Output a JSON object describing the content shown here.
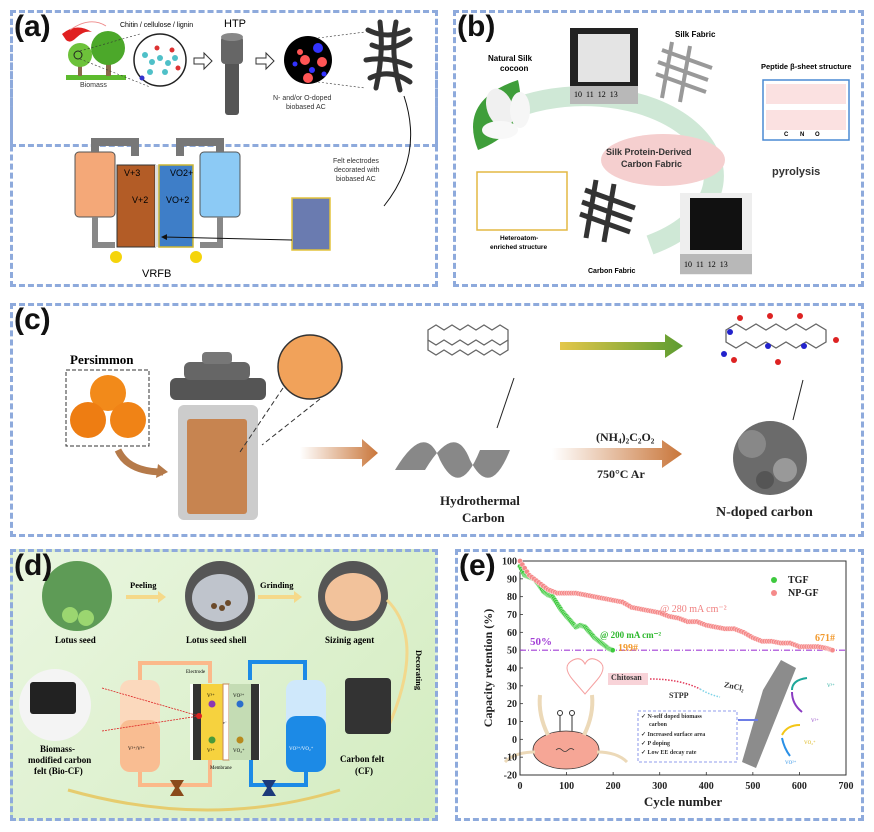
{
  "figure": {
    "panels": {
      "a": {
        "label": "(a)",
        "source_text": "Chitin / cellulose / lignin",
        "biomass_label": "Biomass",
        "htp_label": "HTP",
        "doped_label_line1": "N- and/or O-doped",
        "doped_label_line2": "biobased AC",
        "felt_label_line1": "Felt electrodes",
        "felt_label_line2": "decorated with",
        "felt_label_line3": "biobased AC",
        "ion_v3": "V+3",
        "ion_v2": "V+2",
        "ion_vo2": "VO2+",
        "ion_vo": "VO+2",
        "battery_label": "VRFB"
      },
      "b": {
        "label": "(b)",
        "cocoon_line1": "Natural Silk",
        "cocoon_line2": "cocoon",
        "silk_fabric": "Silk Fabric",
        "peptide": "Peptide β-sheet structure",
        "legend_c": "C",
        "legend_n": "N",
        "legend_o": "O",
        "center_line1": "Silk Protein-Derived",
        "center_line2": "Carbon Fabric",
        "pyrolysis": "pyrolysis",
        "hetero_line1": "Heteroatom-",
        "hetero_line2": "enriched structure",
        "carbon_fabric": "Carbon Fabric",
        "ruler_top": [
          "10",
          "11",
          "12",
          "13"
        ],
        "ruler_bottom": [
          "10",
          "11",
          "12",
          "13"
        ]
      },
      "c": {
        "label": "(c)",
        "persimmon": "Persimmon",
        "hydro_line1": "Hydrothermal",
        "hydro_line2": "Carbon",
        "reagent": "(NH₄)₂C₂O₂",
        "condition": "750°C  Ar",
        "product": "N-doped carbon"
      },
      "d": {
        "label": "(d)",
        "lotus_seed": "Lotus seed",
        "peeling": "Peeling",
        "lotus_shell": "Lotus seed shell",
        "grinding": "Grinding",
        "sizing": "Sizinig agent",
        "decorating": "Decorating",
        "electrode": "Electrode",
        "membrane": "Membrane",
        "bio_line1": "Biomass-",
        "bio_line2": "modified carbon",
        "bio_line3": "felt (Bio-CF)",
        "cf_line1": "Carbon felt",
        "cf_line2": "(CF)",
        "neg_tank": "V²⁺/V³⁺",
        "pos_tank": "VO²⁺/VO₂⁺",
        "ion_v3": "V³⁺",
        "ion_v2": "V²⁺",
        "ion_vo2p": "VO²⁺",
        "ion_vo2": "VO₂⁺",
        "electron": "e⁻"
      },
      "e": {
        "label": "(e)",
        "chitosan": "Chitosan",
        "stpp": "STPP",
        "zncl2": "ZnCl₂",
        "benefits": [
          "N-self doped biomass",
          "carbon",
          "Increased surface area",
          "P doping",
          "Low EE decay rate"
        ],
        "ions": [
          "V³⁺",
          "V²⁺",
          "VO₂⁺",
          "VO²⁺"
        ]
      }
    }
  },
  "chart_data": {
    "type": "scatter",
    "title": "",
    "xlabel": "Cycle number",
    "ylabel": "Capacity retention (%)",
    "xlim": [
      0,
      700
    ],
    "ylim": [
      -20,
      100
    ],
    "xticks": [
      "0",
      "100",
      "200",
      "300",
      "400",
      "500",
      "600",
      "700"
    ],
    "yticks": [
      "100",
      "90",
      "80",
      "70",
      "60",
      "50",
      "40",
      "30",
      "20",
      "10",
      "0",
      "-10",
      "-20"
    ],
    "legend_position": "top-right",
    "reference_line": {
      "y": 50,
      "label": "50%",
      "color": "#a23fd6"
    },
    "annotations": [
      {
        "text": "@ 280 mA cm⁻²",
        "color": "#f08080"
      },
      {
        "text": "@ 200 mA cm⁻²",
        "color": "#2db82d"
      },
      {
        "text": "199#",
        "color": "#f29a2e"
      },
      {
        "text": "671#",
        "color": "#f29a2e"
      }
    ],
    "series": [
      {
        "name": "TGF",
        "color": "#3ec93e",
        "x": [
          0,
          10,
          20,
          30,
          40,
          50,
          60,
          70,
          80,
          90,
          100,
          110,
          120,
          130,
          140,
          150,
          160,
          170,
          180,
          190,
          199
        ],
        "y": [
          97,
          92,
          91,
          90,
          87,
          83,
          81,
          80,
          76,
          72,
          69,
          66,
          63,
          64,
          63,
          60,
          57,
          55,
          53,
          51,
          50
        ]
      },
      {
        "name": "NP-GF",
        "color": "#f58a8a",
        "x": [
          0,
          20,
          40,
          60,
          80,
          100,
          120,
          140,
          160,
          180,
          200,
          220,
          240,
          260,
          280,
          300,
          320,
          340,
          360,
          380,
          400,
          420,
          440,
          460,
          480,
          500,
          520,
          540,
          560,
          580,
          600,
          620,
          640,
          660,
          671
        ],
        "y": [
          100,
          92,
          88,
          84,
          82,
          82,
          82,
          81,
          80,
          79,
          78,
          77,
          74,
          73,
          72,
          71,
          69,
          68,
          66,
          66,
          64,
          63,
          62,
          62,
          60,
          57,
          55,
          55,
          54,
          54,
          52,
          52,
          52,
          51,
          50
        ]
      }
    ]
  }
}
